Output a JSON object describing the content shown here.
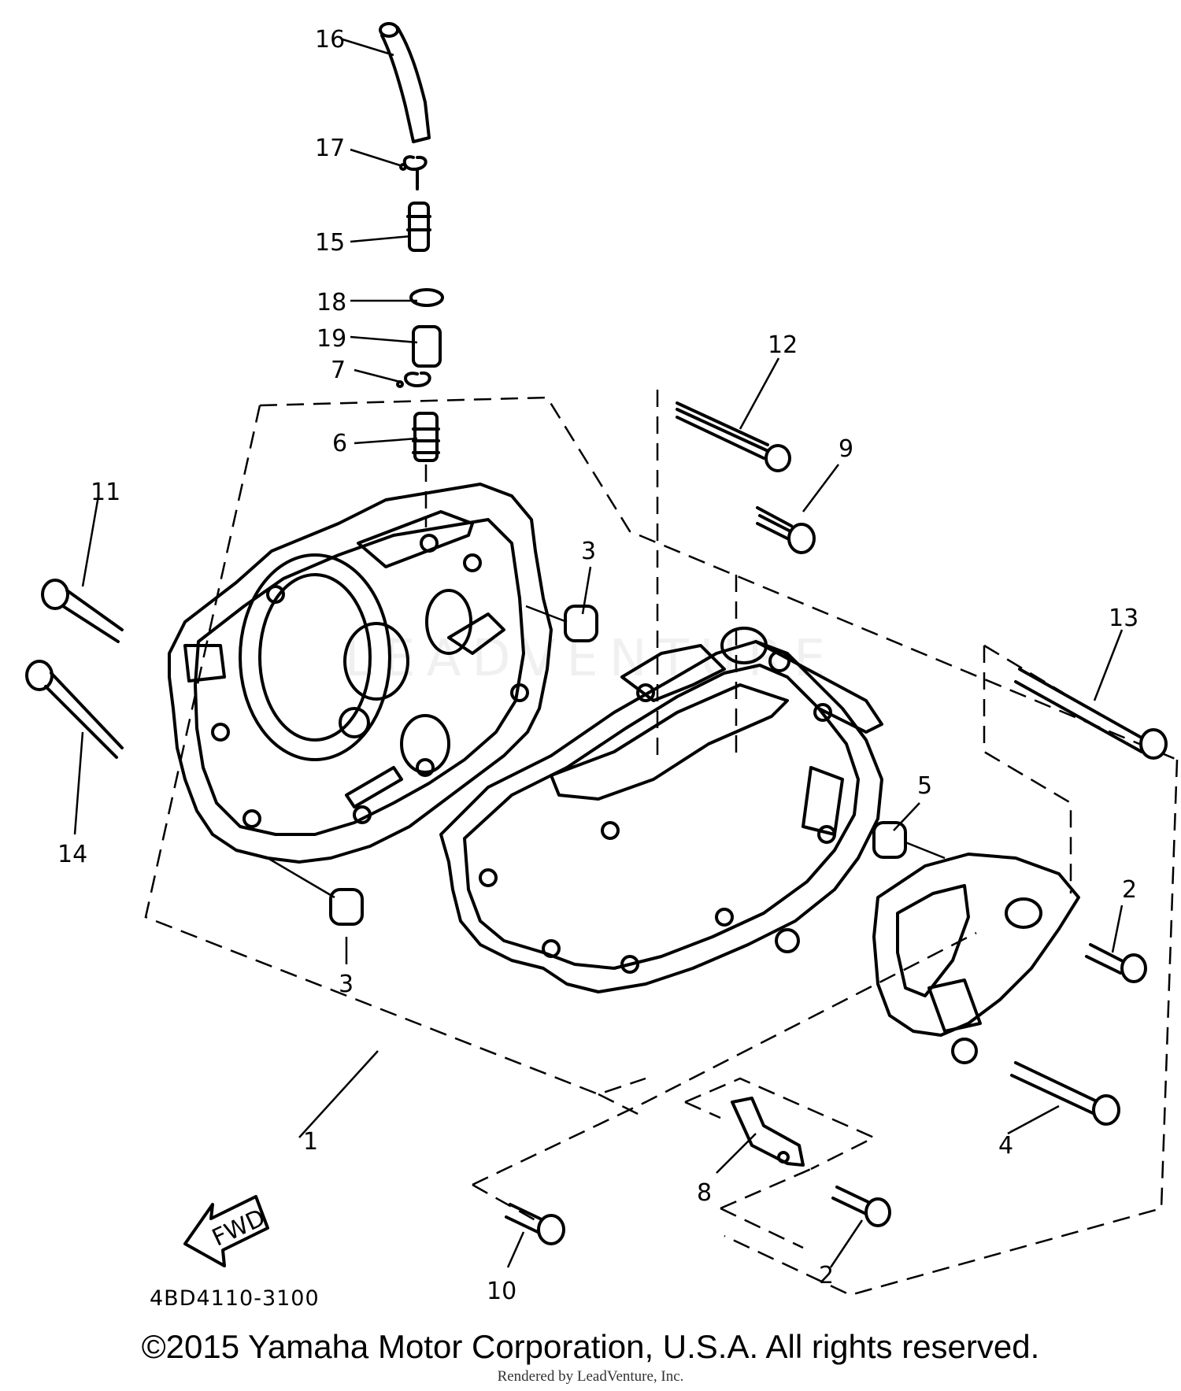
{
  "diagram": {
    "callouts": [
      "1",
      "2",
      "2",
      "3",
      "3",
      "4",
      "5",
      "6",
      "7",
      "8",
      "9",
      "10",
      "11",
      "12",
      "13",
      "14",
      "15",
      "16",
      "17",
      "18",
      "19"
    ],
    "fwd_label": "FWD",
    "catalog_number": "4BD4110-3100",
    "watermark": "LEADVENTURE"
  },
  "footer": {
    "copyright": "©2015 Yamaha Motor Corporation, U.S.A. All rights reserved.",
    "rendered_by": "Rendered by LeadVenture, Inc."
  }
}
